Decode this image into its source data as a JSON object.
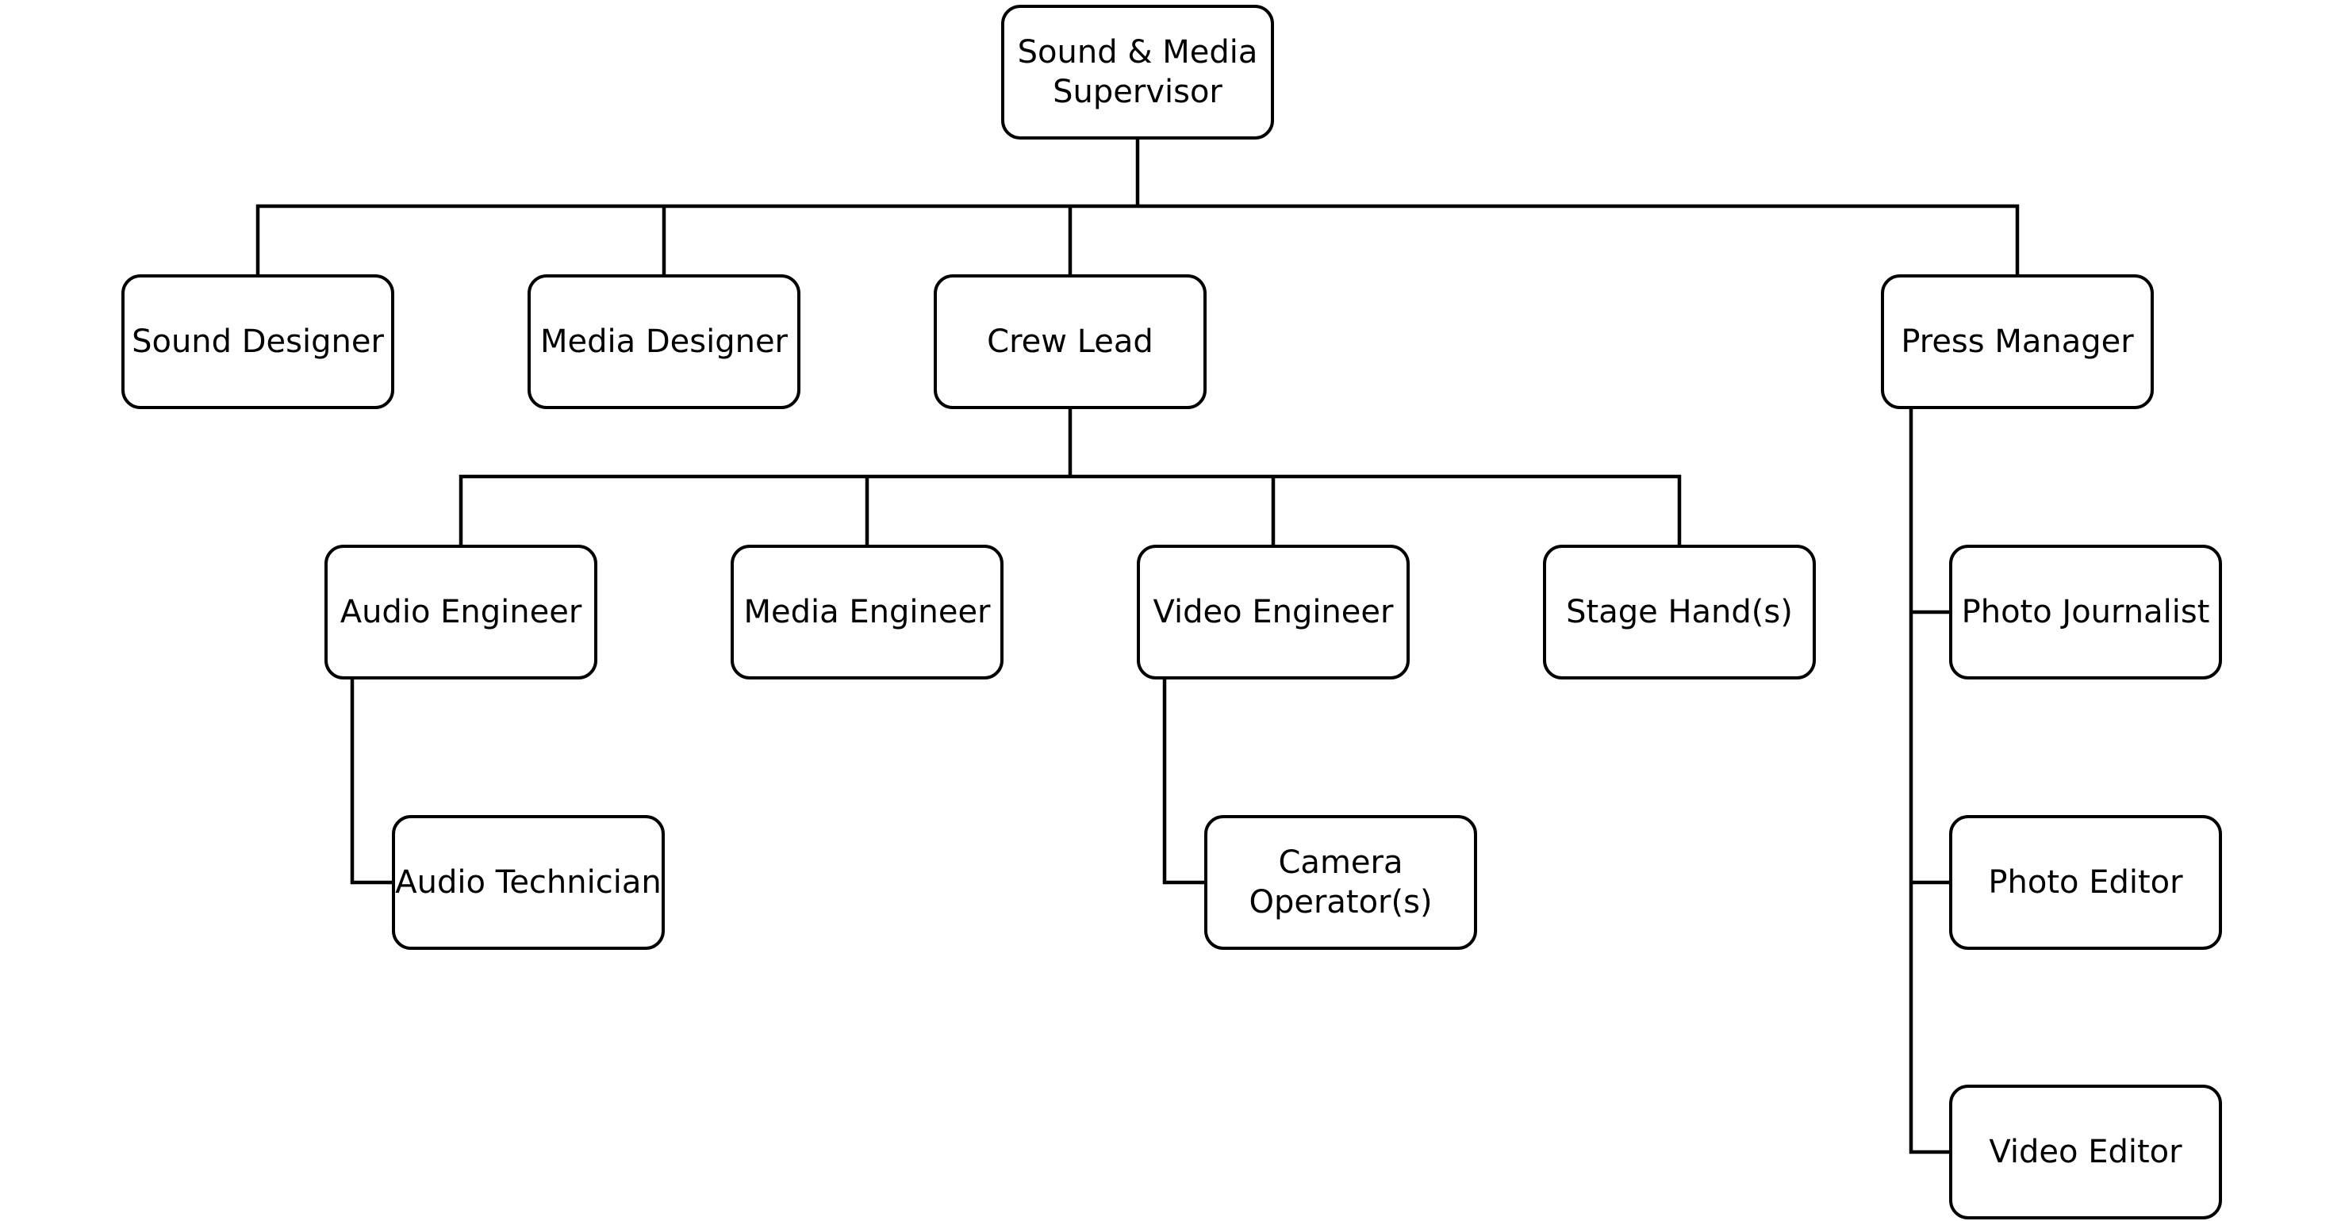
{
  "org_chart": {
    "root": {
      "label": "Sound & Media\nSupervisor"
    },
    "level1": {
      "sound_designer": {
        "label": "Sound Designer"
      },
      "media_designer": {
        "label": "Media Designer"
      },
      "crew_lead": {
        "label": "Crew Lead"
      },
      "press_manager": {
        "label": "Press Manager"
      }
    },
    "crew": {
      "audio_engineer": {
        "label": "Audio Engineer"
      },
      "media_engineer": {
        "label": "Media Engineer"
      },
      "video_engineer": {
        "label": "Video Engineer"
      },
      "stage_hands": {
        "label": "Stage Hand(s)"
      }
    },
    "level3": {
      "audio_technician": {
        "label": "Audio Technician"
      },
      "camera_operators": {
        "label": "Camera\nOperator(s)"
      }
    },
    "press": {
      "photo_journalist": {
        "label": "Photo Journalist"
      },
      "photo_editor": {
        "label": "Photo Editor"
      },
      "video_editor": {
        "label": "Video Editor"
      }
    }
  },
  "colors": {
    "line": "#000000",
    "node_border": "#000000",
    "node_fill": "#ffffff",
    "text": "#000000"
  }
}
